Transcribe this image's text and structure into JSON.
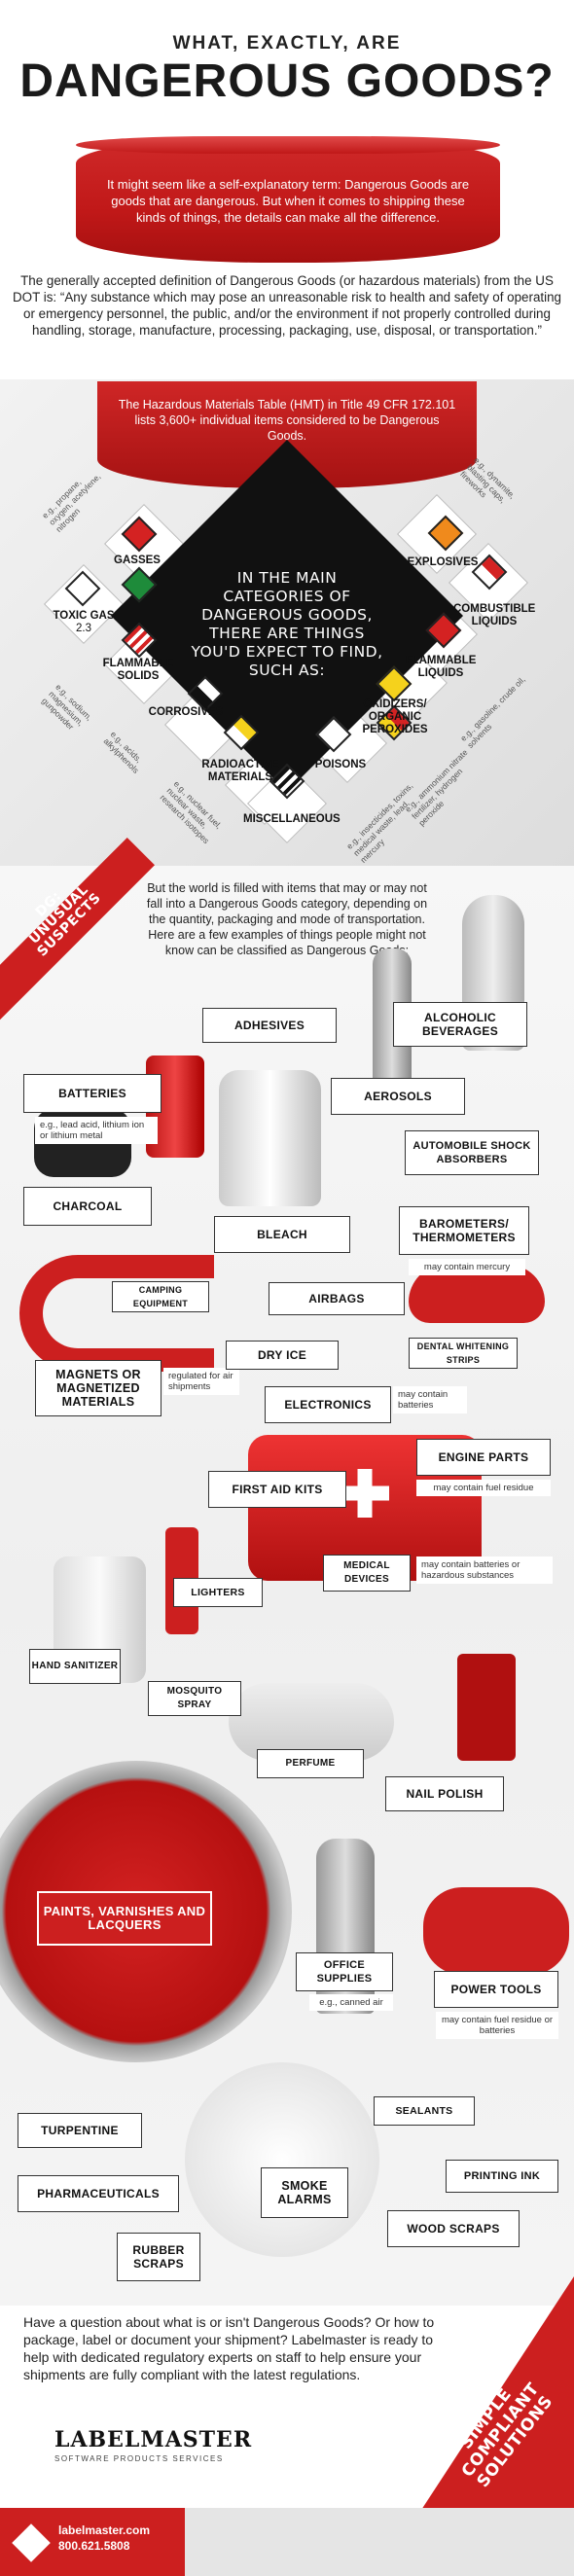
{
  "header": {
    "subtitle": "WHAT, EXACTLY, ARE",
    "title": "DANGEROUS GOODS?",
    "intro": "It might seem like a self-explanatory term: Dangerous Goods are goods that are dangerous. But when it comes to shipping these kinds of things, the details can make all the difference.",
    "definition": "The generally accepted definition of Dangerous Goods (or hazardous materials) from the US DOT is: “Any substance which may pose an unreasonable risk to health and safety of operating or emergency personnel, the public, and/or the environment if not properly controlled during handling, storage, manufacture, processing, packaging, use, disposal, or transportation.”"
  },
  "diagram": {
    "hmt_text": "The Hazardous Materials Table (HMT) in Title 49 CFR 172.101 lists 3,600+ individual items considered to be Dangerous Goods.",
    "center_text": "IN THE MAIN CATEGORIES OF DANGEROUS GOODS, THERE ARE THINGS YOU'D EXPECT TO FIND, SUCH AS:",
    "categories": {
      "gasses": "GASSES",
      "toxic_gas": "TOXIC GAS",
      "toxic_gas_num": "2.3",
      "flammable_solids": "FLAMMABLE SOLIDS",
      "corrosives": "CORROSIVES",
      "radioactive": "RADIOACTIVE MATERIALS",
      "miscellaneous": "MISCELLANEOUS",
      "poisons": "POISONS",
      "oxidizers": "OXIDIZERS/ ORGANIC PEROXIDES",
      "flammable_liquids": "FLAMMABLE LIQUIDS",
      "combustible": "COMBUSTIBLE LIQUIDS",
      "explosives": "EXPLOSIVES"
    },
    "examples": {
      "gasses": "e.g., propane, oxygen, acetylene, nitrogen",
      "flammable_solids": "e.g., sodium, magnesium, gunpowder",
      "corrosives": "e.g., acids, alkylphenols",
      "radioactive": "e.g., nuclear fuel, nuclear waste, research isotopes",
      "poisons": "e.g., insecticides, toxins, medical waste, lead, mercury",
      "oxidizers": "e.g., ammonium nitrate fertilizer, hydrogen peroxide",
      "flammable_liquids": "e.g., gasoline, crude oil, solvents",
      "explosives": "e.g., dynamite, blasting caps, fireworks"
    }
  },
  "suspects": {
    "ribbon": "DG: UNUSUAL SUSPECTS",
    "intro": "But the world is filled with items that may or may not fall into a Dangerous Goods category, depending on the quantity, packaging and mode of transportation. Here are a few examples of things people might not know can be classified as Dangerous Goods:",
    "items": {
      "adhesives": "ADHESIVES",
      "alcoholic": "ALCOHOLIC BEVERAGES",
      "batteries": "BATTERIES",
      "batteries_note": "e.g., lead acid, lithium ion or lithium metal",
      "aerosols": "AEROSOLS",
      "shock": "AUTOMOBILE SHOCK ABSORBERS",
      "charcoal": "CHARCOAL",
      "bleach": "BLEACH",
      "barometers": "BAROMETERS/ THERMOMETERS",
      "barometers_note": "may contain mercury",
      "camping": "CAMPING EQUIPMENT",
      "airbags": "AIRBAGS",
      "dental": "DENTAL WHITENING STRIPS",
      "magnets": "MAGNETS OR MAGNETIZED MATERIALS",
      "magnets_note": "regulated for air shipments",
      "dry_ice": "DRY ICE",
      "electronics": "ELECTRONICS",
      "electronics_note": "may contain batteries",
      "engine": "ENGINE PARTS",
      "engine_note": "may contain fuel residue",
      "first_aid": "FIRST AID KITS",
      "medical": "MEDICAL DEVICES",
      "medical_note": "may contain batteries or hazardous substances",
      "lighters": "LIGHTERS",
      "sanitizer": "HAND SANITIZER",
      "mosquito": "MOSQUITO SPRAY",
      "perfume": "PERFUME",
      "nail": "NAIL POLISH",
      "paints": "PAINTS, VARNISHES AND LACQUERS",
      "office": "OFFICE SUPPLIES",
      "office_note": "e.g., canned air",
      "power_tools": "POWER TOOLS",
      "power_note": "may contain fuel residue or batteries",
      "sealants": "SEALANTS",
      "turpentine": "TURPENTINE",
      "printing": "PRINTING INK",
      "pharma": "PHARMACEUTICALS",
      "smoke": "SMOKE ALARMS",
      "wood": "WOOD SCRAPS",
      "rubber": "RUBBER SCRAPS"
    }
  },
  "footer": {
    "question": "Have a question about what is or isn't Dangerous Goods? Or how to package, label or document your shipment? Labelmaster is ready to help with dedicated regulatory experts on staff to help ensure your shipments are fully compliant with the latest regulations.",
    "corner_text": "SIMPLE COMPLIANT SOLUTIONS",
    "logo": "LABELMASTER",
    "logo_tag": "SOFTWARE   PRODUCTS   SERVICES",
    "site": "labelmaster.com",
    "phone": "800.621.5808"
  },
  "colors": {
    "accent": "#cc1f1f",
    "dark": "#111111"
  }
}
